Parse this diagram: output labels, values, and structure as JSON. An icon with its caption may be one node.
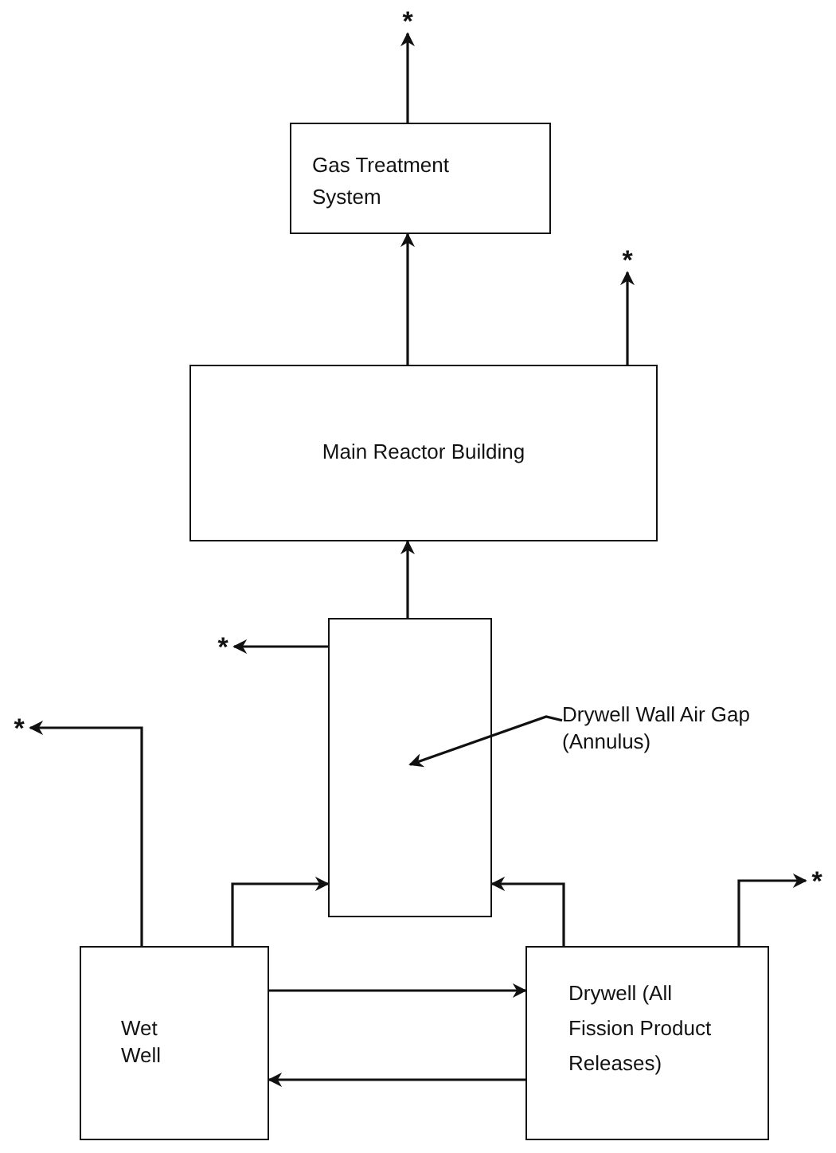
{
  "diagram": {
    "nodes": [
      {
        "text": [
          "*"
        ]
      },
      {
        "text": [
          "Gas Treatment System"
        ]
      },
      {
        "text": [
          "*"
        ]
      },
      {
        "text": [
          "Main Reactor Building"
        ]
      },
      {
        "text": [
          "*"
        ]
      },
      {
        "text": [],
        "shape": "box"
      },
      {
        "text": [
          "Drywell Wall Air Gap (Annulus)"
        ]
      },
      {
        "text": [
          "*"
        ]
      },
      {
        "text": [
          "Wet Well"
        ]
      },
      {
        "text": [
          "Drywell (All Fission Product Releases)"
        ]
      },
      {
        "text": [
          "*"
        ]
      }
    ],
    "edges": [
      {
        "from": 1,
        "to": 0,
        "arrow": "to"
      },
      {
        "from": 3,
        "to": 1,
        "arrow": "to"
      },
      {
        "from": 3,
        "to": 2,
        "arrow": "to"
      },
      {
        "from": 5,
        "to": 3,
        "arrow": "to"
      },
      {
        "from": 5,
        "to": 4,
        "arrow": "to"
      },
      {
        "from": 6,
        "to": 5,
        "arrow": "to"
      },
      {
        "from": 8,
        "to": 7,
        "arrow": "to"
      },
      {
        "from": 8,
        "to": 5,
        "arrow": "to"
      },
      {
        "from": 9,
        "to": 5,
        "arrow": "to"
      },
      {
        "from": 9,
        "to": 10,
        "arrow": "to"
      },
      {
        "from": 8,
        "to": 9,
        "arrow": "to"
      },
      {
        "from": 9,
        "to": 8,
        "arrow": "to"
      }
    ]
  }
}
